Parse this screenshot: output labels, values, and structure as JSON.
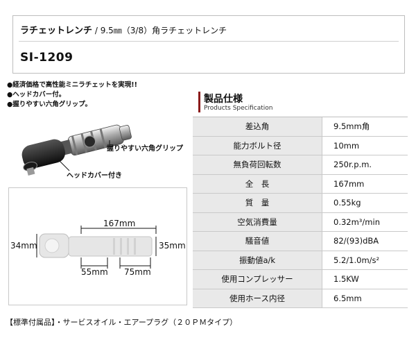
{
  "header": {
    "product_name": "ラチェットレンチ",
    "subtitle": " / 9.5㎜（3/8）角ラチェットレンチ",
    "model": "SI-1209"
  },
  "features": [
    "●経済価格で高性能ミニラチェットを実現!!",
    "●ヘッドカバー付。",
    "●握りやすい六角グリップ。"
  ],
  "callouts": {
    "grip": "握りやすい六角グリップ",
    "head_cover": "ヘッドカバー付き"
  },
  "dimensions": {
    "length": "167mm",
    "head_height": "34mm",
    "rear_height": "35mm",
    "head_length": "55mm",
    "grip_length": "75mm"
  },
  "spec": {
    "title": "製品仕様",
    "title_en": "Products Specification",
    "rows": [
      {
        "label": "差込角",
        "value": "9.5mm角"
      },
      {
        "label": "能力ボルト径",
        "value": "10mm"
      },
      {
        "label": "無負荷回転数",
        "value": "250r.p.m."
      },
      {
        "label": "全　長",
        "value": "167mm"
      },
      {
        "label": "質　量",
        "value": "0.55kg"
      },
      {
        "label": "空気消費量",
        "value": "0.32m³/min"
      },
      {
        "label": "騒音値",
        "value": "82/(93)dBA"
      },
      {
        "label": "振動値a/k",
        "value": "5.2/1.0m/s²"
      },
      {
        "label": "使用コンプレッサー",
        "value": "1.5KW"
      },
      {
        "label": "使用ホース内径",
        "value": "6.5mm"
      }
    ]
  },
  "footer": "【標準付属品】・サービスオイル・エアープラグ（２０ＰＭタイプ）",
  "colors": {
    "accent": "#8b1a1a",
    "label_bg": "#e9e9e9",
    "border": "#c9c9c9"
  }
}
